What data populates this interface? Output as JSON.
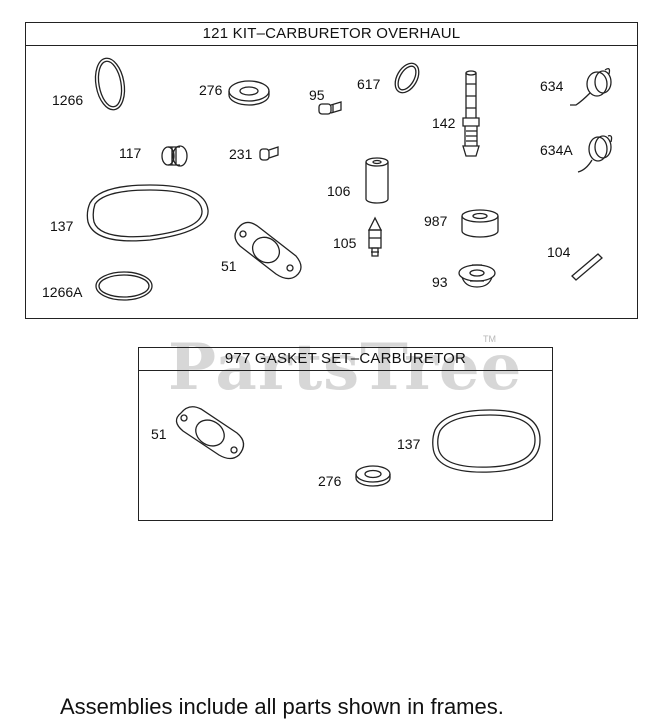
{
  "watermark": "PartsTree",
  "watermark_tm": "TM",
  "kit_frame": {
    "title": "121 KIT–CARBURETOR OVERHAUL",
    "labels": [
      "1266",
      "276",
      "95",
      "617",
      "634",
      "142",
      "634A",
      "117",
      "231",
      "106",
      "137",
      "987",
      "105",
      "51",
      "104",
      "1266A",
      "93"
    ]
  },
  "gasket_frame": {
    "title": "977 GASKET SET–CARBURETOR",
    "labels": [
      "51",
      "137",
      "276"
    ]
  },
  "footer_note": "Assemblies include all parts shown in frames."
}
